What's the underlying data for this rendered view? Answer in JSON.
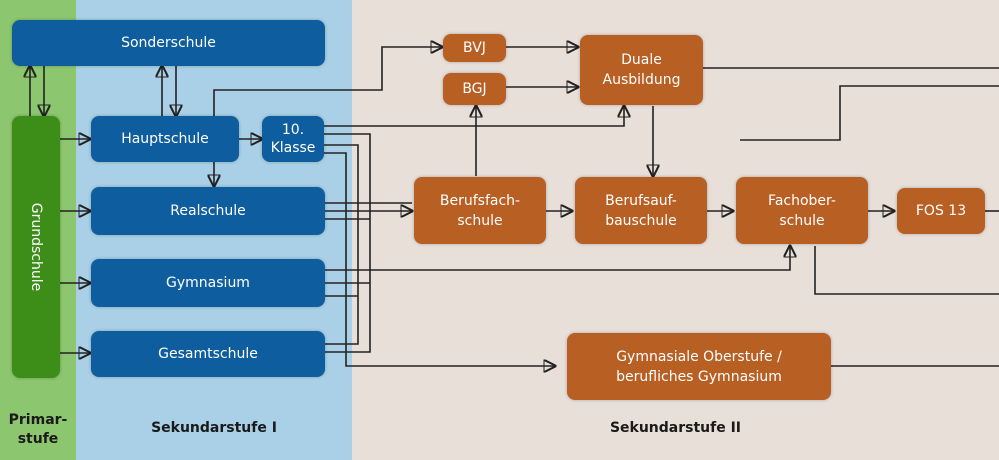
{
  "zones": {
    "primar": {
      "label": "Primar-\nstufe",
      "color": "#7bbf5a"
    },
    "sek1": {
      "label": "Sekundarstufe I",
      "color": "#a8cfe6"
    },
    "sek2": {
      "label": "Sekundarstufe II",
      "color": "#e6dcd6"
    }
  },
  "boxes": {
    "sonderschule": "Sonderschule",
    "grundschule": "Grundschule",
    "hauptschule": "Hauptschule",
    "klasse10": "10.\nKlasse",
    "realschule": "Realschule",
    "gymnasium": "Gymnasium",
    "gesamtschule": "Gesamtschule",
    "bvj": "BVJ",
    "bgj": "BGJ",
    "duale": "Duale\nAusbildung",
    "berufsfach": "Berufsfach-\nschule",
    "berufsauf": "Berufsauf-\nbauschule",
    "fachober": "Fachober-\nschule",
    "fos13": "FOS 13",
    "gymoberstufe": "Gymnasiale Oberstufe /\nberufliches Gymnasium"
  },
  "colors": {
    "blue": "#0e5d9e",
    "orange": "#b85f24",
    "green": "#3c8e19",
    "arrow": "#222222"
  }
}
